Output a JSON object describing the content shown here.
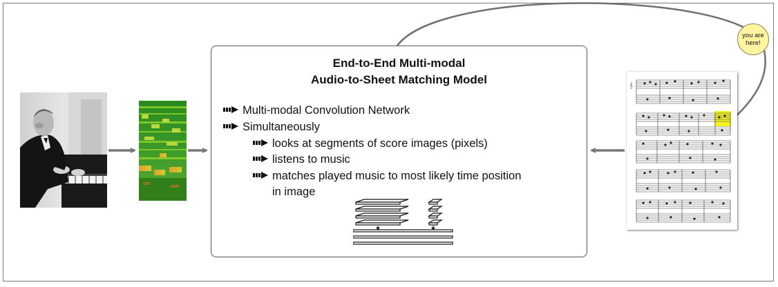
{
  "model_box": {
    "title_line1": "End-to-End Multi-modal",
    "title_line2": "Audio-to-Sheet  Matching Model",
    "bullets": [
      {
        "text": "Multi-modal Convolution Network"
      },
      {
        "text": "Simultaneously"
      },
      {
        "text": "looks at segments of score images (pixels)"
      },
      {
        "text": "listens to music"
      },
      {
        "text": "matches played music to most likely time position"
      },
      {
        "text": "in image"
      }
    ]
  },
  "callout": {
    "line1": "you are",
    "line2": "here!"
  },
  "colors": {
    "arrow": "#777777",
    "bubble": "#fff5a0",
    "highlight": "#f0f000",
    "spectrogram_base": "#3c9a2a",
    "spectrogram_hot": "#e8a030"
  }
}
